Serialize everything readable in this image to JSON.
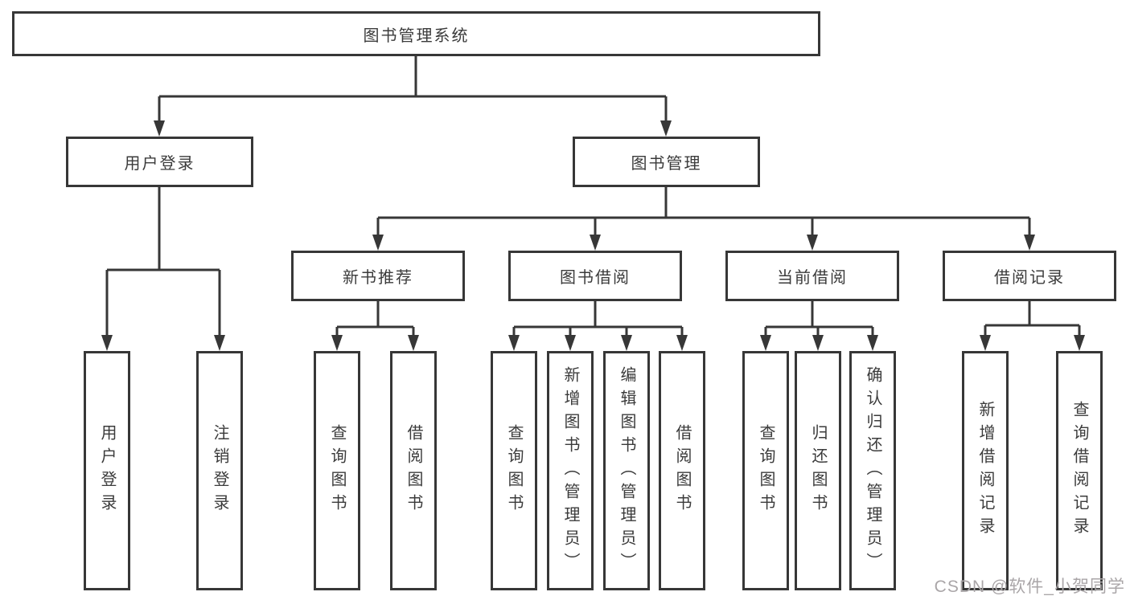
{
  "colors": {
    "line": "#373737",
    "text": "#3b3b3b",
    "box_background": "#ffffff",
    "watermark": "#aaa6a8",
    "background": "#ffffff"
  },
  "watermark": {
    "text": "CSDN @软件_小贺同学"
  },
  "tree": {
    "root": {
      "label": "图书管理系统"
    },
    "user_login": {
      "label": "用户登录",
      "children": [
        {
          "label": "用户登录"
        },
        {
          "label": "注销登录"
        }
      ]
    },
    "book_management": {
      "label": "图书管理",
      "sections": [
        {
          "label": "新书推荐",
          "children": [
            {
              "label": "查询图书"
            },
            {
              "label": "借阅图书"
            }
          ]
        },
        {
          "label": "图书借阅",
          "children": [
            {
              "label": "查询图书"
            },
            {
              "label": "新增图书（管理员）"
            },
            {
              "label": "编辑图书（管理员）"
            },
            {
              "label": "借阅图书"
            }
          ]
        },
        {
          "label": "当前借阅",
          "children": [
            {
              "label": "查询图书"
            },
            {
              "label": "归还图书"
            },
            {
              "label": "确认归还（管理员）"
            }
          ]
        },
        {
          "label": "借阅记录",
          "children": [
            {
              "label": "新增借阅记录"
            },
            {
              "label": "查询借阅记录"
            }
          ]
        }
      ]
    }
  }
}
